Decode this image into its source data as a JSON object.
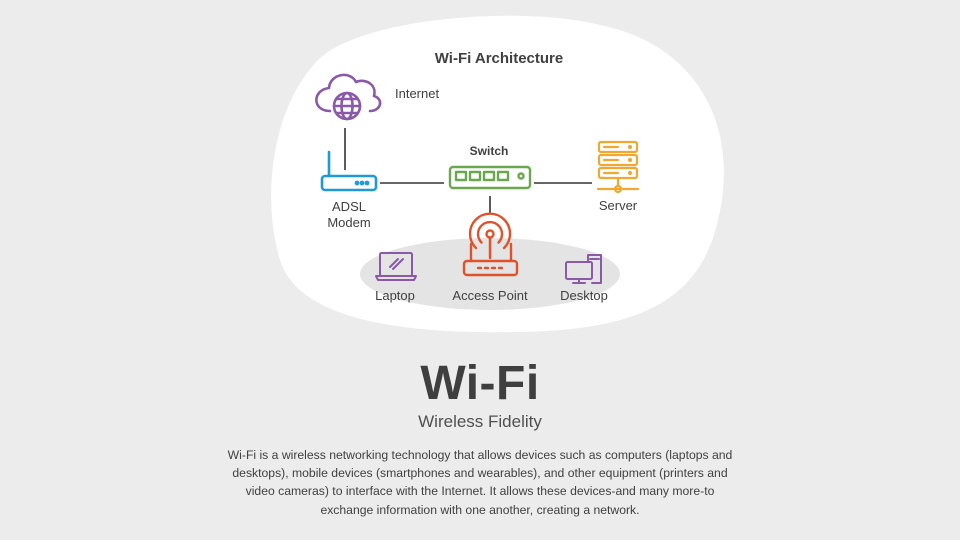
{
  "diagram": {
    "title": "Wi-Fi Architecture",
    "nodes": {
      "internet": {
        "label": "Internet",
        "icon": "cloud-globe-icon",
        "color": "#8a5aa8"
      },
      "modem": {
        "label_line1": "ADSL",
        "label_line2": "Modem",
        "icon": "modem-icon",
        "color": "#1e9ad6"
      },
      "switch": {
        "label": "Switch",
        "icon": "switch-icon",
        "color": "#6aa84f"
      },
      "server": {
        "label": "Server",
        "icon": "server-icon",
        "color": "#f0a830"
      },
      "access_point": {
        "label": "Access Point",
        "icon": "access-point-icon",
        "color": "#e0532a"
      },
      "laptop": {
        "label": "Laptop",
        "icon": "laptop-icon",
        "color": "#8a5aa8"
      },
      "desktop": {
        "label": "Desktop",
        "icon": "desktop-icon",
        "color": "#8a5aa8"
      }
    }
  },
  "title": "Wi-Fi",
  "subtitle": "Wireless Fidelity",
  "description": "Wi-Fi is a wireless networking technology that allows devices such as computers (laptops and desktops), mobile devices (smartphones and wearables), and other equipment (printers and video cameras) to interface with the Internet. It allows these devices-and many more-to exchange information with one another, creating a network.",
  "colors": {
    "background": "#ececec",
    "blob": "#ffffff",
    "oval": "#e4e4e4",
    "connector": "#333333"
  }
}
